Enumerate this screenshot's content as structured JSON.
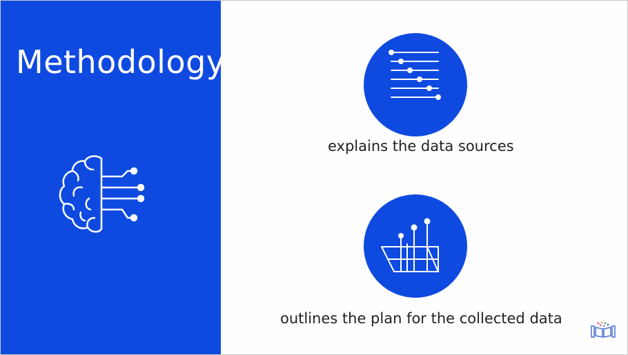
{
  "slide": {
    "title": "Methodology",
    "items": [
      {
        "caption": "explains the data sources",
        "icon": "data-sources-sliders-icon"
      },
      {
        "caption": "outlines the plan for the collected data",
        "icon": "data-plan-boat-icon"
      }
    ],
    "left_icon": "brain-circuit-icon",
    "corner_icon": "library-books-icon"
  },
  "colors": {
    "accent_blue": "#0f4ae0",
    "background": "#fefefe",
    "text": "#222222"
  }
}
